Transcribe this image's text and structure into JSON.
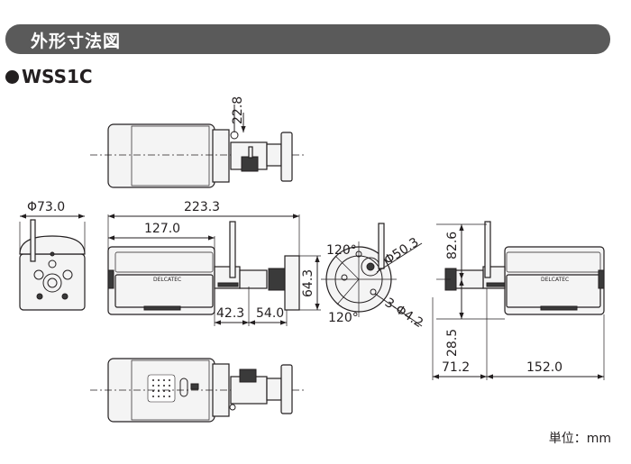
{
  "header": {
    "title": "外形寸法図"
  },
  "model": {
    "name": "WSS1C"
  },
  "unit_label": "単位：mm",
  "brand_label": "DELCATEC",
  "dimensions": {
    "mount_offset": "22.8",
    "diameter_front": "Φ73.0",
    "total_length": "223.3",
    "body_length": "127.0",
    "bracket_a": "42.3",
    "bracket_b": "54.0",
    "base_height": "64.3",
    "angle_top": "120°",
    "angle_bottom": "120°",
    "base_diameter": "Φ50.3",
    "screw_holes": "3-Φ4.2",
    "side_height_top": "82.6",
    "side_height_bottom": "28.5",
    "side_depth": "71.2",
    "side_length": "152.0"
  }
}
